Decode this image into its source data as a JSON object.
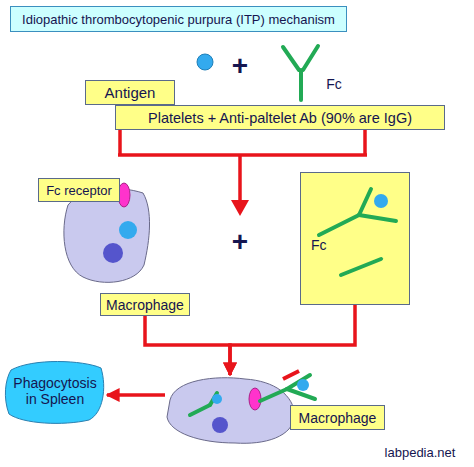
{
  "diagram": {
    "title": "Idiopathic thrombocytopenic purpura (ITP) mechanism",
    "nodes": [
      {
        "text": [
          "Antigen"
        ]
      },
      {
        "text": [
          "Platelets + Anti-paltelet Ab (90% are IgG)"
        ]
      },
      {
        "text": [
          "Fc receptor"
        ]
      },
      {
        "text": [
          "Macrophage"
        ]
      },
      {
        "text": [
          "Fc"
        ]
      },
      {
        "text": [
          "Phagocytosis in Spleen"
        ]
      },
      {
        "text": [
          "Macrophage"
        ]
      }
    ],
    "edges": [
      {
        "from": 3,
        "to": 6,
        "arrow": "to"
      },
      {
        "from": 4,
        "to": 6,
        "arrow": "to"
      },
      {
        "from": 6,
        "to": 5,
        "arrow": "to"
      }
    ],
    "labels": [
      "+",
      "Fc",
      "+",
      "labpedia.net"
    ]
  }
}
